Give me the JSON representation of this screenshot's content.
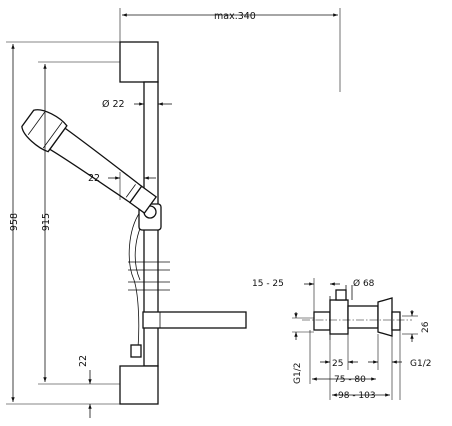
{
  "dimensions": {
    "max_width": "max.340",
    "total_height": "958",
    "rail_length": "915",
    "rail_diameter": "Ø 22",
    "offset_22_top": "22",
    "offset_22_bottom": "22",
    "range_15_25": "15 - 25",
    "diameter_68": "Ø 68",
    "depth_26": "26",
    "depth_25": "25",
    "thread_left": "G1/2",
    "thread_right": "G1/2",
    "range_75_80": "75 - 80",
    "range_98_103": "98 - 103"
  }
}
